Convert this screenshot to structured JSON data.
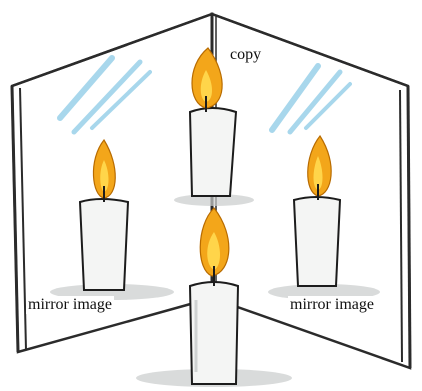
{
  "labels": {
    "copy": "copy",
    "left_image": "mirror image",
    "right_image": "mirror image"
  },
  "colors": {
    "mirror_frame": "#2b2b2b",
    "glass_reflection": "#9fd3ea",
    "flame_outer": "#f3a61a",
    "flame_inner": "#ffd54a",
    "candle_body": "#f4f5f4",
    "candle_shadow": "#c9cccc"
  }
}
